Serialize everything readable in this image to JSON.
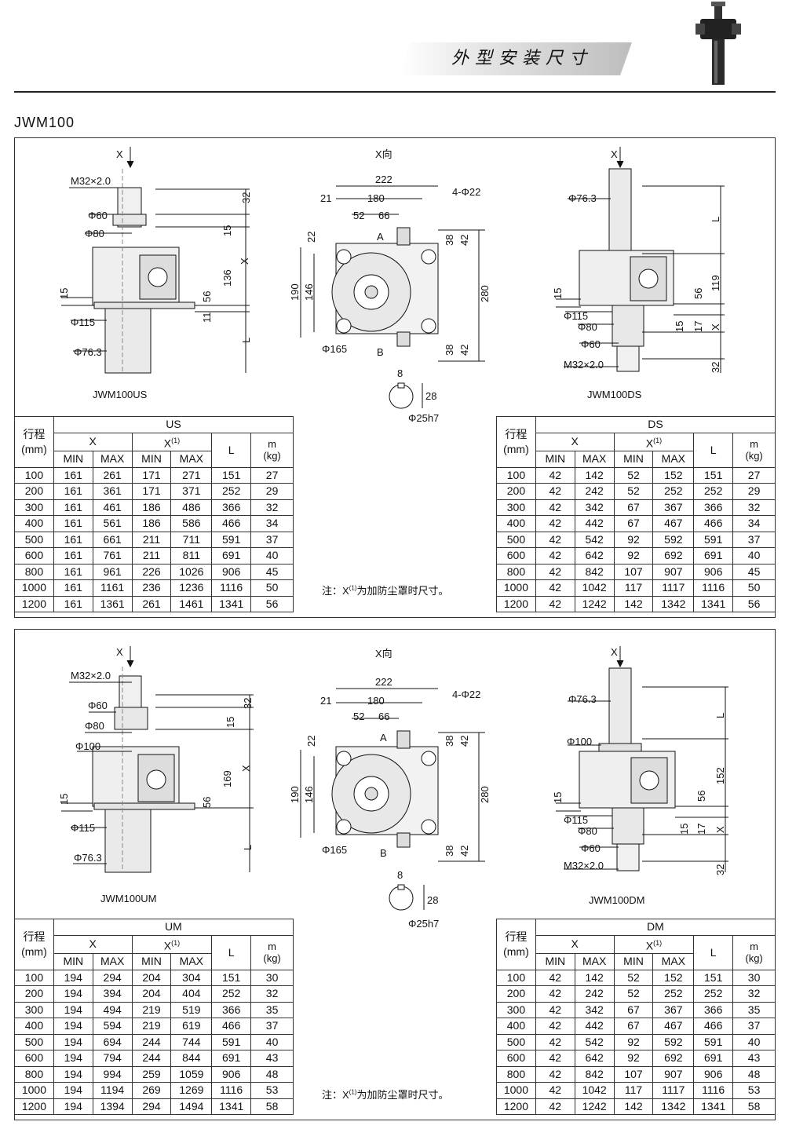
{
  "header": {
    "title": "外型安装尺寸",
    "model": "JWM100"
  },
  "note": {
    "prefix": "注：X",
    "sup": "(1)",
    "suffix": "为加防尘罩时尺寸。"
  },
  "view_label": "X向",
  "x_label": "X",
  "common_labels": {
    "A": "A",
    "B": "B",
    "d222": "222",
    "d180": "180",
    "d21": "21",
    "d52": "52",
    "d66": "66",
    "hole": "4-Φ22",
    "d22": "22",
    "d190": "190",
    "d146": "146",
    "d280": "280",
    "d38": "38",
    "d42": "42",
    "phi165": "Φ165",
    "k8": "8",
    "k28": "28",
    "shaft": "Φ25h7",
    "L": "L",
    "d32": "32",
    "d15": "15",
    "d56": "56",
    "d11": "11",
    "d17": "17",
    "phi115": "Φ115",
    "phi80": "Φ80",
    "phi60": "Φ60",
    "phi76": "Φ76.3",
    "phi100": "Φ100",
    "m32": "M32×2.0"
  },
  "sections": [
    {
      "left_caption": "JWM100US",
      "right_caption": "JWM100DS",
      "left_h": "136",
      "right_h": "119",
      "left_table": {
        "code": "US",
        "h_stroke": "行程",
        "h_unit": "(mm)",
        "h_x": "X",
        "h_x1": "X",
        "h_sup": "(1)",
        "h_min": "MIN",
        "h_max": "MAX",
        "h_l": "L",
        "h_m": "m",
        "h_kg": "(kg)",
        "rows": [
          [
            "100",
            "161",
            "261",
            "171",
            "271",
            "151",
            "27"
          ],
          [
            "200",
            "161",
            "361",
            "171",
            "371",
            "252",
            "29"
          ],
          [
            "300",
            "161",
            "461",
            "186",
            "486",
            "366",
            "32"
          ],
          [
            "400",
            "161",
            "561",
            "186",
            "586",
            "466",
            "34"
          ],
          [
            "500",
            "161",
            "661",
            "211",
            "711",
            "591",
            "37"
          ],
          [
            "600",
            "161",
            "761",
            "211",
            "811",
            "691",
            "40"
          ],
          [
            "800",
            "161",
            "961",
            "226",
            "1026",
            "906",
            "45"
          ],
          [
            "1000",
            "161",
            "1161",
            "236",
            "1236",
            "1116",
            "50"
          ],
          [
            "1200",
            "161",
            "1361",
            "261",
            "1461",
            "1341",
            "56"
          ]
        ]
      },
      "right_table": {
        "code": "DS",
        "h_stroke": "行程",
        "h_unit": "(mm)",
        "h_x": "X",
        "h_x1": "X",
        "h_sup": "(1)",
        "h_min": "MIN",
        "h_max": "MAX",
        "h_l": "L",
        "h_m": "m",
        "h_kg": "(kg)",
        "rows": [
          [
            "100",
            "42",
            "142",
            "52",
            "152",
            "151",
            "27"
          ],
          [
            "200",
            "42",
            "242",
            "52",
            "252",
            "252",
            "29"
          ],
          [
            "300",
            "42",
            "342",
            "67",
            "367",
            "366",
            "32"
          ],
          [
            "400",
            "42",
            "442",
            "67",
            "467",
            "466",
            "34"
          ],
          [
            "500",
            "42",
            "542",
            "92",
            "592",
            "591",
            "37"
          ],
          [
            "600",
            "42",
            "642",
            "92",
            "692",
            "691",
            "40"
          ],
          [
            "800",
            "42",
            "842",
            "107",
            "907",
            "906",
            "45"
          ],
          [
            "1000",
            "42",
            "1042",
            "117",
            "1117",
            "1116",
            "50"
          ],
          [
            "1200",
            "42",
            "1242",
            "142",
            "1342",
            "1341",
            "56"
          ]
        ]
      }
    },
    {
      "left_caption": "JWM100UM",
      "right_caption": "JWM100DM",
      "left_h": "169",
      "right_h": "152",
      "left_table": {
        "code": "UM",
        "h_stroke": "行程",
        "h_unit": "(mm)",
        "h_x": "X",
        "h_x1": "X",
        "h_sup": "(1)",
        "h_min": "MIN",
        "h_max": "MAX",
        "h_l": "L",
        "h_m": "m",
        "h_kg": "(kg)",
        "rows": [
          [
            "100",
            "194",
            "294",
            "204",
            "304",
            "151",
            "30"
          ],
          [
            "200",
            "194",
            "394",
            "204",
            "404",
            "252",
            "32"
          ],
          [
            "300",
            "194",
            "494",
            "219",
            "519",
            "366",
            "35"
          ],
          [
            "400",
            "194",
            "594",
            "219",
            "619",
            "466",
            "37"
          ],
          [
            "500",
            "194",
            "694",
            "244",
            "744",
            "591",
            "40"
          ],
          [
            "600",
            "194",
            "794",
            "244",
            "844",
            "691",
            "43"
          ],
          [
            "800",
            "194",
            "994",
            "259",
            "1059",
            "906",
            "48"
          ],
          [
            "1000",
            "194",
            "1194",
            "269",
            "1269",
            "1116",
            "53"
          ],
          [
            "1200",
            "194",
            "1394",
            "294",
            "1494",
            "1341",
            "58"
          ]
        ]
      },
      "right_table": {
        "code": "DM",
        "h_stroke": "行程",
        "h_unit": "(mm)",
        "h_x": "X",
        "h_x1": "X",
        "h_sup": "(1)",
        "h_min": "MIN",
        "h_max": "MAX",
        "h_l": "L",
        "h_m": "m",
        "h_kg": "(kg)",
        "rows": [
          [
            "100",
            "42",
            "142",
            "52",
            "152",
            "151",
            "30"
          ],
          [
            "200",
            "42",
            "242",
            "52",
            "252",
            "252",
            "32"
          ],
          [
            "300",
            "42",
            "342",
            "67",
            "367",
            "366",
            "35"
          ],
          [
            "400",
            "42",
            "442",
            "67",
            "467",
            "466",
            "37"
          ],
          [
            "500",
            "42",
            "542",
            "92",
            "592",
            "591",
            "40"
          ],
          [
            "600",
            "42",
            "642",
            "92",
            "692",
            "691",
            "43"
          ],
          [
            "800",
            "42",
            "842",
            "107",
            "907",
            "906",
            "48"
          ],
          [
            "1000",
            "42",
            "1042",
            "117",
            "1117",
            "1116",
            "53"
          ],
          [
            "1200",
            "42",
            "1242",
            "142",
            "1342",
            "1341",
            "58"
          ]
        ]
      }
    }
  ]
}
